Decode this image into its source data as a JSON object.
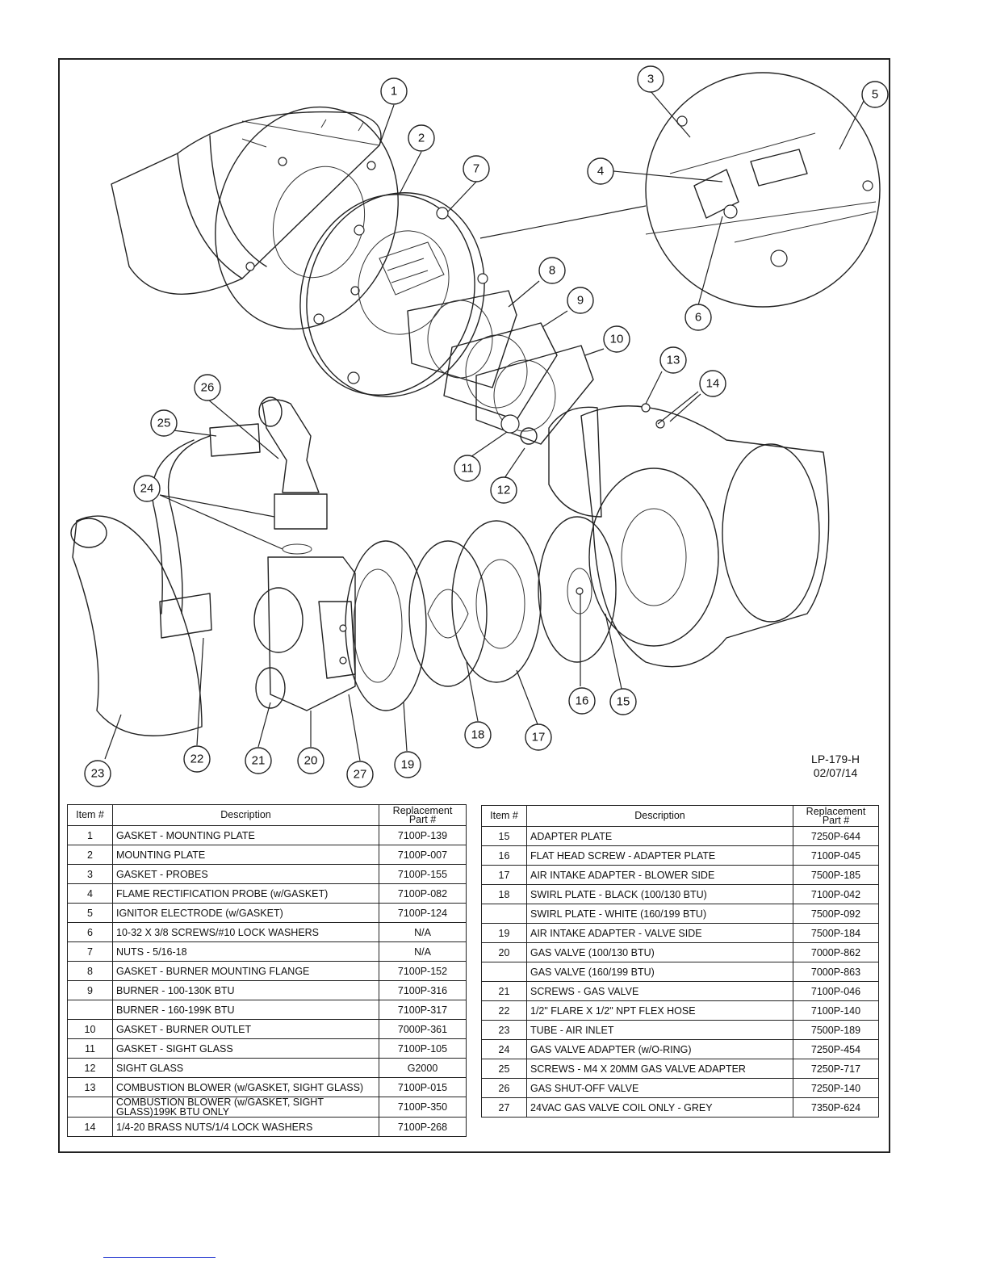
{
  "drawing": {
    "id": "LP-179-H",
    "date": "02/07/14",
    "callouts": [
      "1",
      "2",
      "3",
      "4",
      "5",
      "6",
      "7",
      "8",
      "9",
      "10",
      "11",
      "12",
      "13",
      "14",
      "15",
      "16",
      "17",
      "18",
      "19",
      "20",
      "21",
      "22",
      "23",
      "24",
      "25",
      "26",
      "27"
    ]
  },
  "table_left": {
    "headers": {
      "item": "Item #",
      "description": "Description",
      "part_line1": "Replacement",
      "part_line2": "Part #"
    },
    "rows": [
      {
        "item": "1",
        "description": "GASKET - MOUNTING PLATE",
        "part": "7100P-139"
      },
      {
        "item": "2",
        "description": "MOUNTING PLATE",
        "part": "7100P-007"
      },
      {
        "item": "3",
        "description": "GASKET - PROBES",
        "part": "7100P-155"
      },
      {
        "item": "4",
        "description": "FLAME RECTIFICATION PROBE (w/GASKET)",
        "part": "7100P-082"
      },
      {
        "item": "5",
        "description": "IGNITOR ELECTRODE (w/GASKET)",
        "part": "7100P-124"
      },
      {
        "item": "6",
        "description": "10-32 X 3/8 SCREWS/#10 LOCK WASHERS",
        "part": "N/A"
      },
      {
        "item": "7",
        "description": "NUTS - 5/16-18",
        "part": "N/A"
      },
      {
        "item": "8",
        "description": "GASKET - BURNER MOUNTING FLANGE",
        "part": "7100P-152"
      },
      {
        "item": "9",
        "description": "BURNER - 100-130K BTU",
        "part": "7100P-316"
      },
      {
        "item": "",
        "description": "BURNER - 160-199K BTU",
        "part": "7100P-317"
      },
      {
        "item": "10",
        "description": "GASKET - BURNER OUTLET",
        "part": "7000P-361"
      },
      {
        "item": "11",
        "description": "GASKET - SIGHT GLASS",
        "part": "7100P-105"
      },
      {
        "item": "12",
        "description": "SIGHT GLASS",
        "part": "G2000"
      },
      {
        "item": "13",
        "description": "COMBUSTION BLOWER (w/GASKET, SIGHT GLASS)",
        "part": "7100P-015"
      },
      {
        "item": "",
        "description": "COMBUSTION BLOWER (w/GASKET, SIGHT GLASS)199K BTU ONLY",
        "part": "7100P-350"
      },
      {
        "item": "14",
        "description": "1/4-20 BRASS NUTS/1/4 LOCK WASHERS",
        "part": "7100P-268"
      }
    ]
  },
  "table_right": {
    "headers": {
      "item": "Item #",
      "description": "Description",
      "part_line1": "Replacement",
      "part_line2": "Part #"
    },
    "rows": [
      {
        "item": "15",
        "description": "ADAPTER PLATE",
        "part": "7250P-644"
      },
      {
        "item": "16",
        "description": "FLAT HEAD SCREW - ADAPTER PLATE",
        "part": "7100P-045"
      },
      {
        "item": "17",
        "description": "AIR INTAKE ADAPTER - BLOWER SIDE",
        "part": "7500P-185"
      },
      {
        "item": "18",
        "description": "SWIRL PLATE - BLACK (100/130 BTU)",
        "part": "7100P-042"
      },
      {
        "item": "",
        "description": "SWIRL PLATE - WHITE (160/199 BTU)",
        "part": "7500P-092"
      },
      {
        "item": "19",
        "description": "AIR INTAKE ADAPTER - VALVE SIDE",
        "part": "7500P-184"
      },
      {
        "item": "20",
        "description": "GAS VALVE (100/130 BTU)",
        "part": "7000P-862"
      },
      {
        "item": "",
        "description": "GAS VALVE (160/199 BTU)",
        "part": "7000P-863"
      },
      {
        "item": "21",
        "description": "SCREWS - GAS VALVE",
        "part": "7100P-046"
      },
      {
        "item": "22",
        "description": "1/2\" FLARE X 1/2\" NPT FLEX HOSE",
        "part": "7100P-140"
      },
      {
        "item": "23",
        "description": "TUBE - AIR INLET",
        "part": "7500P-189"
      },
      {
        "item": "24",
        "description": "GAS VALVE ADAPTER (w/O-RING)",
        "part": "7250P-454"
      },
      {
        "item": "25",
        "description": "SCREWS - M4 X 20MM GAS VALVE ADAPTER",
        "part": "7250P-717"
      },
      {
        "item": "26",
        "description": "GAS SHUT-OFF VALVE",
        "part": "7250P-140"
      },
      {
        "item": "27",
        "description": "24VAC GAS VALVE COIL ONLY - GREY",
        "part": "7350P-624"
      }
    ]
  }
}
